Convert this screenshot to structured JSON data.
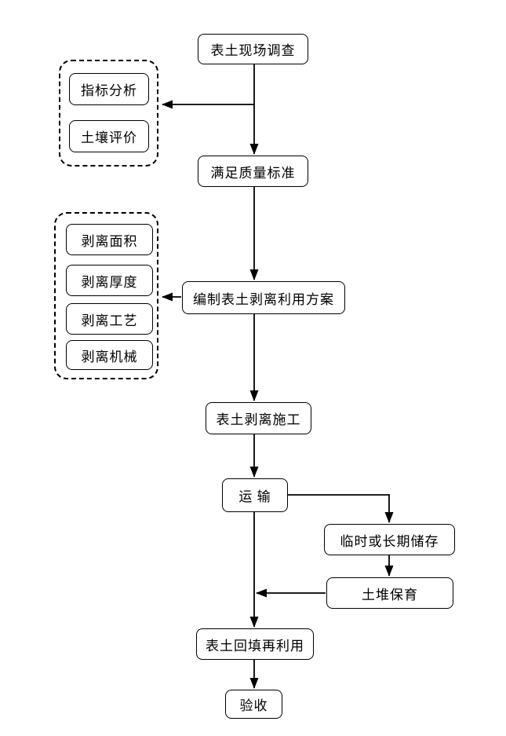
{
  "flowchart": {
    "nodes": {
      "site_survey": "表土现场调查",
      "indicator_analysis": "指标分析",
      "soil_evaluation": "土壤评价",
      "quality_standard": "满足质量标准",
      "strip_area": "剥离面积",
      "strip_thickness": "剥离厚度",
      "strip_process": "剥离工艺",
      "strip_machinery": "剥离机械",
      "plan": "编制表土剥离利用方案",
      "strip_construction": "表土剥离施工",
      "transport": "运 输",
      "storage": "临时或长期储存",
      "pile_conservation": "土堆保育",
      "backfill_reuse": "表土回填再利用",
      "acceptance": "验收"
    },
    "edges": [
      {
        "from": "site_survey",
        "to": "quality_standard"
      },
      {
        "from": "site_survey",
        "to": "survey_group"
      },
      {
        "from": "quality_standard",
        "to": "plan"
      },
      {
        "from": "plan",
        "to": "plan_group"
      },
      {
        "from": "plan",
        "to": "strip_construction"
      },
      {
        "from": "strip_construction",
        "to": "transport"
      },
      {
        "from": "transport",
        "to": "storage"
      },
      {
        "from": "storage",
        "to": "pile_conservation"
      },
      {
        "from": "pile_conservation",
        "to": "main_line"
      },
      {
        "from": "transport",
        "to": "backfill_reuse"
      },
      {
        "from": "backfill_reuse",
        "to": "acceptance"
      }
    ],
    "colors": {
      "line": "#000000",
      "box_border": "#000000",
      "box_fill": "#ffffff",
      "background": "#ffffff"
    }
  }
}
